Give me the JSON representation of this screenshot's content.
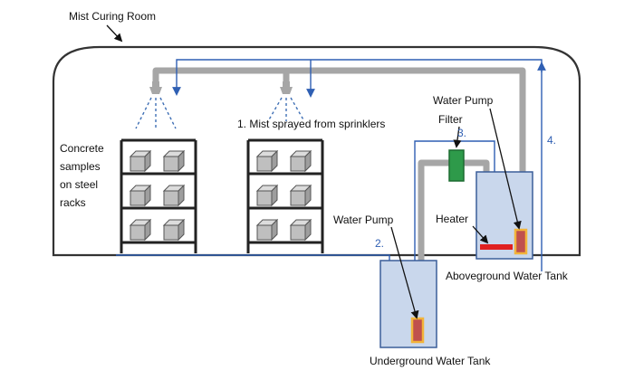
{
  "labels": {
    "room_title": "Mist Curing Room",
    "step1": "1. Mist sprayed from sprinklers",
    "step2": "2.",
    "step3": "3.",
    "step4": "4.",
    "samples_line1": "Concrete",
    "samples_line2": "samples",
    "samples_line3": "on steel",
    "samples_line4": "racks",
    "pump_upper": "Water Pump",
    "filter": "Filter",
    "heater": "Heater",
    "pump_lower": "Water Pump",
    "tank_above": "Aboveground Water Tank",
    "tank_under": "Underground Water Tank"
  },
  "colors": {
    "outline": "#333333",
    "pipe": "#a6a6a6",
    "flow_arrow": "#2f5fb3",
    "tank_fill": "#c9d7ec",
    "tank_border": "#3b5f9a",
    "pump_body": "#c0504d",
    "pump_border": "#f2b43a",
    "heater": "#e02020",
    "filter": "#2e9a4a",
    "rack": "#222222",
    "cube": "#bfbfbf",
    "mist": "#3f6fb5",
    "text": "#111111"
  },
  "icons": [
    "sprinkler-icon",
    "concrete-sample-cube-icon",
    "water-pump-icon",
    "heater-icon",
    "filter-icon"
  ]
}
